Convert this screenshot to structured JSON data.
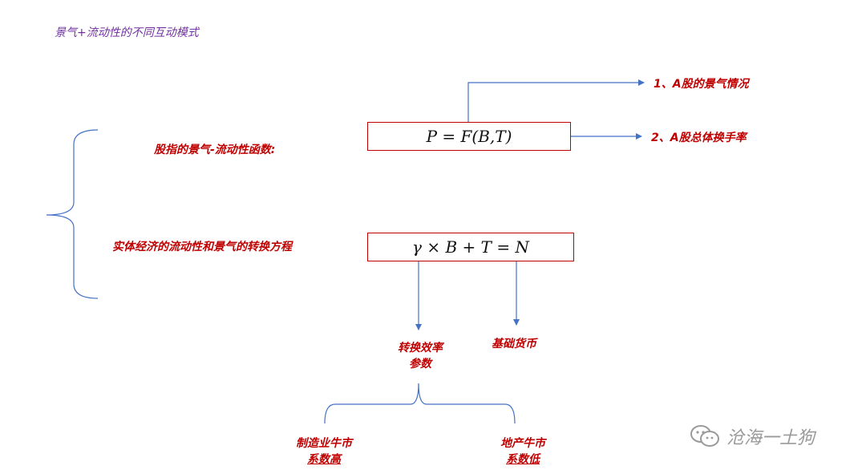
{
  "title": "景气+流动性的不同互动模式",
  "formula1": "P = F(B,T)",
  "formula2": "γ × B + T = N",
  "left_label_1": "股指的景气-流动性函数:",
  "left_label_2": "实体经济的流动性和景气的转换方程",
  "right_label_1": "1、A股的景气情况",
  "right_label_2": "2、A股总体换手率",
  "param_label_line1": "转换效率",
  "param_label_line2": "参数",
  "money_label": "基础货币",
  "mfg_line1": "制造业牛市",
  "mfg_line2": "系数高",
  "realestate_line1": "地产牛市",
  "realestate_line2": "系数低",
  "watermark": "沧海一土狗",
  "colors": {
    "red": "#c00000",
    "purple": "#7030a0",
    "blue": "#4472c4",
    "gray": "#9a9a9a"
  }
}
